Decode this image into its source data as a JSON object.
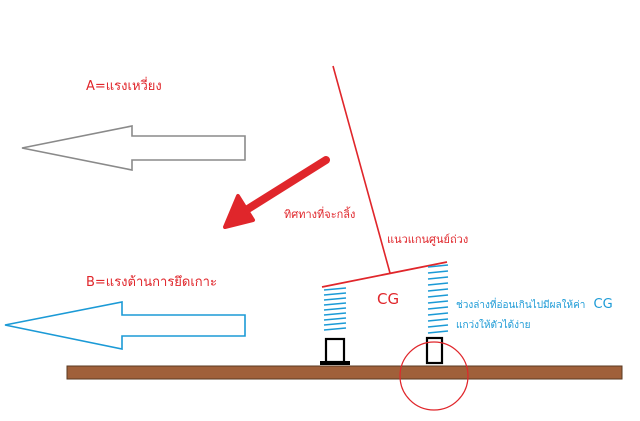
{
  "labels": {
    "force_a": "A=แรงเหวี่ยง",
    "tip_direction": "ทิศทางที่จะกลิ้ง",
    "center_axis": "แนวแกนศูนย์ถ่วง",
    "force_b": "B=แรงต้านการยึดเกาะ",
    "cg": "CG",
    "note_line1_prefix": "ช่วงล่างที่อ่อนเกินไปมีผลให้ค่า",
    "note_line1_cg": "CG",
    "note_line2": "แกว่งให้ตัวได้ง่าย"
  },
  "colors": {
    "red": "#e0262b",
    "gray_arrow": "#8a8a8a",
    "blue": "#1b9ad6",
    "ground": "#a0603a",
    "ground_edge": "#5a3a22",
    "black": "#000000"
  }
}
